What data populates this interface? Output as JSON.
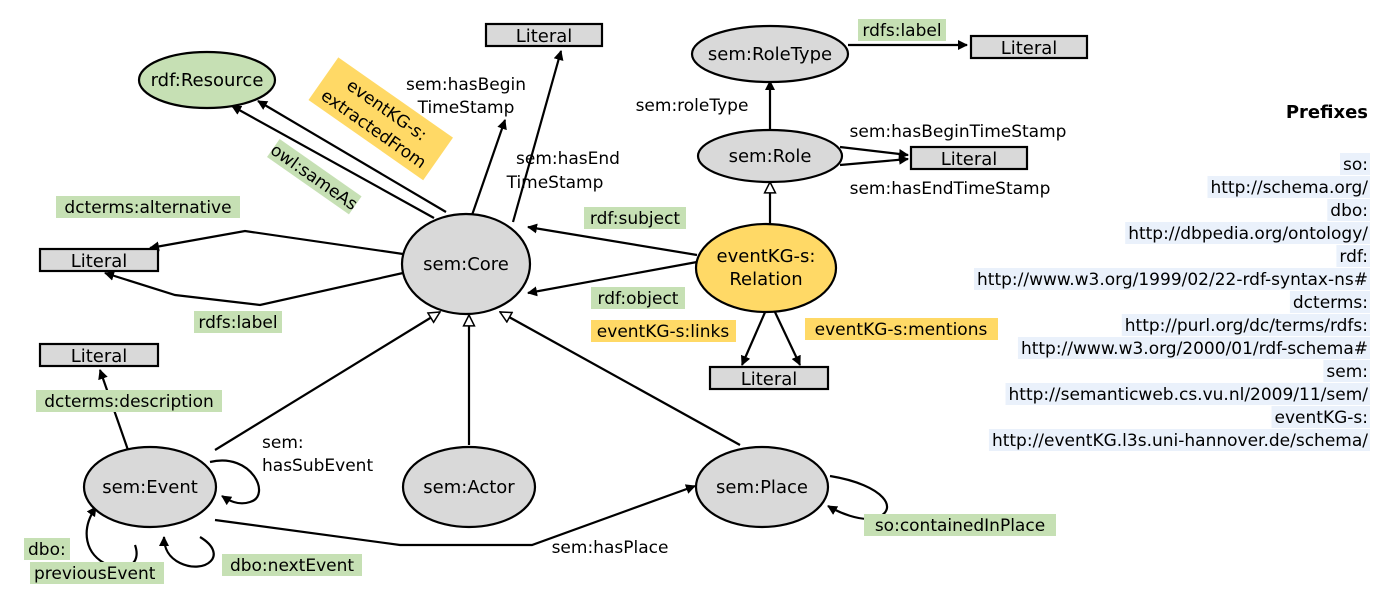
{
  "nodes": {
    "rdf_resource": "rdf:Resource",
    "sem_core": "sem:Core",
    "sem_roletype": "sem:RoleType",
    "sem_role": "sem:Role",
    "relation": [
      "eventKG-s:",
      "Relation"
    ],
    "sem_event": "sem:Event",
    "sem_actor": "sem:Actor",
    "sem_place": "sem:Place",
    "literal": "Literal"
  },
  "edges": {
    "has_begin_ts": [
      "sem:hasBegin",
      "TimeStamp"
    ],
    "has_end_ts": [
      "sem:hasEnd",
      "TimeStamp"
    ],
    "extracted_from": [
      "eventKG-s:",
      "extractedFrom"
    ],
    "same_as": "owl:sameAs",
    "dcterms_alternative": "dcterms:alternative",
    "rdfs_label_core": "rdfs:label",
    "rdfs_label_roletype": "rdfs:label",
    "role_type": "sem:roleType",
    "role_begin": "sem:hasBeginTimeStamp",
    "role_end": "sem:hasEndTimeStamp",
    "rdf_subject": "rdf:subject",
    "rdf_object": "rdf:object",
    "links": "eventKG-s:links",
    "mentions": "eventKG-s:mentions",
    "dcterms_description": "dcterms:description",
    "has_sub_event": [
      "sem:",
      "hasSubEvent"
    ],
    "previous_event": [
      "dbo:",
      "previousEvent"
    ],
    "next_event": "dbo:nextEvent",
    "has_place": "sem:hasPlace",
    "contained_in_place": "so:containedInPlace"
  },
  "prefixes": {
    "title": "Prefixes",
    "lines": [
      "so:",
      "http://schema.org/",
      "dbo:",
      "http://dbpedia.org/ontology/",
      "rdf:",
      "http://www.w3.org/1999/02/22-rdf-syntax-ns#",
      "dcterms:",
      "http://purl.org/dc/terms/rdfs:",
      "http://www.w3.org/2000/01/rdf-schema#",
      "sem:",
      "http://semanticweb.cs.vu.nl/2009/11/sem/",
      "eventKG-s:",
      "http://eventKG.l3s.uni-hannover.de/schema/"
    ]
  },
  "colors": {
    "node_grey": "#d9d9d9",
    "node_green": "#c6e0b4",
    "node_yellow": "#ffd966",
    "label_green": "#c6e0b4",
    "label_yellow": "#ffd966",
    "prefix_bg": "#eaf1fb"
  }
}
